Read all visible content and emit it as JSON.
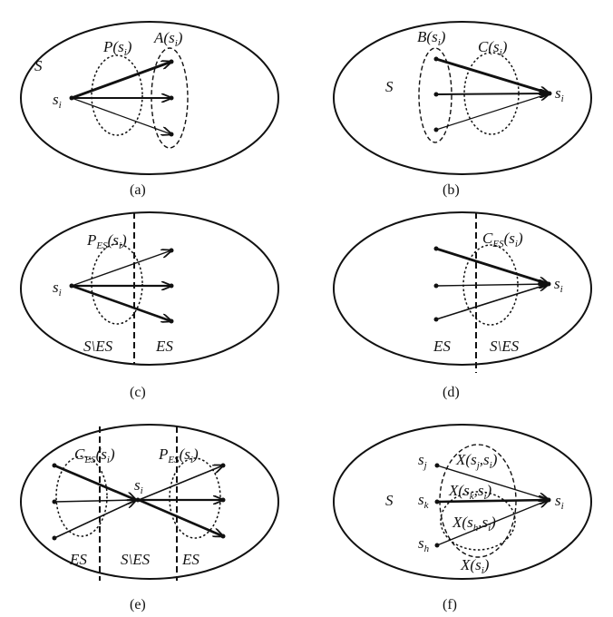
{
  "labels": {
    "S": "S",
    "s_i": "s",
    "sub_i": "i",
    "P": "P",
    "A": "A",
    "B": "B",
    "C": "C",
    "ES_sub": "ES",
    "S_minus_ES": "S\\ES",
    "ES": "ES",
    "X": "X",
    "s_j": "s",
    "sub_j": "j",
    "s_k": "s",
    "sub_k": "k",
    "s_h": "s",
    "sub_h": "h",
    "open": "(",
    "close": ")",
    "comma": ","
  },
  "captions": {
    "a": "(a)",
    "b": "(b)",
    "c": "(c)",
    "d": "(d)",
    "e": "(e)",
    "f": "(f)"
  }
}
